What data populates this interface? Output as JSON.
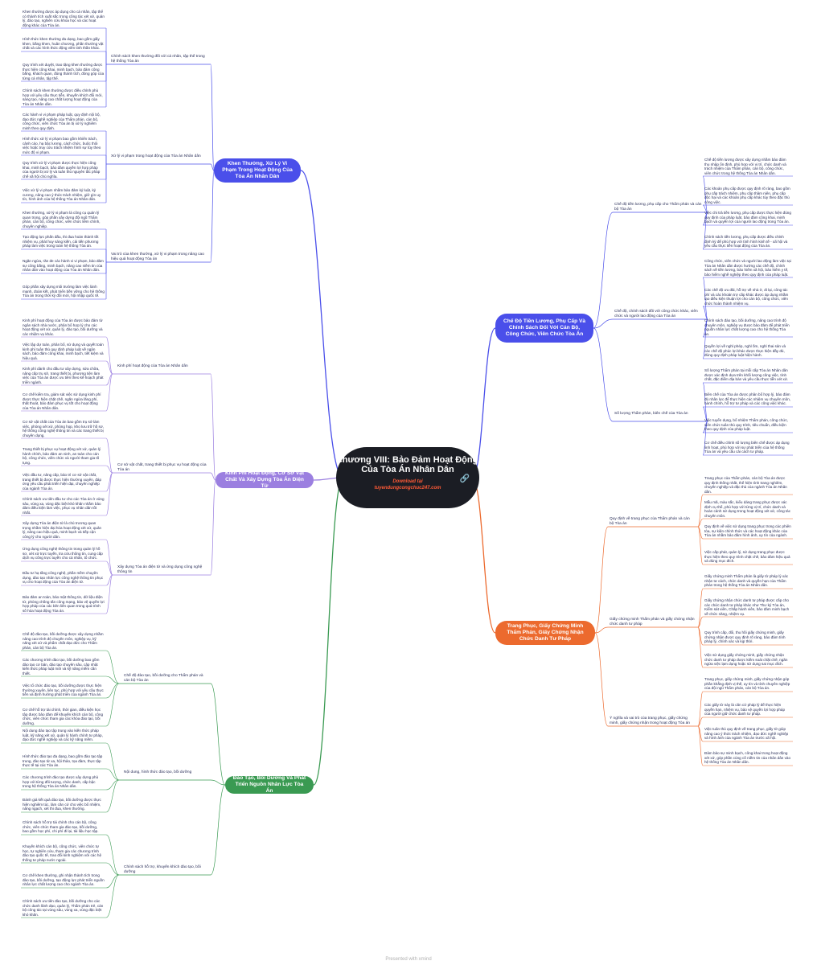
{
  "center": {
    "title": "chương VIII: Bảo Đảm Hoạt Động Của Tòa Án Nhân Dân",
    "download": "Download tại",
    "site": "tuyendungcongchuc247.com",
    "link_icon": "link-icon"
  },
  "footer": "Presented with xmind",
  "colors": {
    "blue": "#4a4fea",
    "purple": "#9b7fe0",
    "green": "#3a9a52",
    "orange": "#ec6a2e",
    "center": "#1b1d24"
  },
  "branches": [
    {
      "label": "Khen Thưởng, Xử Lý Vi Phạm Trong Hoạt Động Của Tòa Án Nhân Dân",
      "subs": [
        {
          "label": "Chính sách khen thưởng đối với cá nhân, tập thể trong hệ thống Tòa án",
          "leaves": [
            "Khen thưởng được áp dụng cho cá nhân, tập thể có thành tích xuất sắc trong công tác xét xử, quản lý, đào tạo, nghiên cứu khoa học và các hoạt động khác của Tòa án.",
            "Hình thức khen thưởng đa dạng, bao gồm giấy khen, bằng khen, huân chương, phần thưởng vật chất và các hình thức động viên tinh thần khác.",
            "Quy trình xét duyệt, trao tặng khen thưởng được thực hiện công khai, minh bạch, bảo đảm công bằng, khách quan, đúng thành tích, đóng góp của từng cá nhân, tập thể.",
            "Chính sách khen thưởng được điều chỉnh phù hợp với yêu cầu thực tiễn, khuyến khích đổi mới, sáng tạo, nâng cao chất lượng hoạt động của Tòa án Nhân dân."
          ]
        },
        {
          "label": "Xử lý vi phạm trong hoạt động của Tòa án Nhân dân",
          "leaves": [
            "Các hành vi vi phạm pháp luật, quy định nội bộ, đạo đức nghề nghiệp của Thẩm phán, cán bộ, công chức, viên chức Tòa án bị xử lý nghiêm minh theo quy định.",
            "Hình thức xử lý vi phạm bao gồm khiển trách, cảnh cáo, hạ bậc lương, cách chức, buộc thôi việc hoặc truy cứu trách nhiệm hình sự tùy theo mức độ vi phạm.",
            "Quy trình xử lý vi phạm được thực hiện công khai, minh bạch, bảo đảm quyền lợi hợp pháp của người bị xử lý và tuân thủ nguyên tắc pháp chế xã hội chủ nghĩa.",
            "Việc xử lý vi phạm nhằm bảo đảm kỷ luật, kỷ cương, nâng cao ý thức trách nhiệm, giữ gìn uy tín, hình ảnh của hệ thống Tòa án Nhân dân."
          ]
        },
        {
          "label": "Vai trò của khen thưởng, xử lý vi phạm trong nâng cao hiệu quả hoạt động Tòa án",
          "leaves": [
            "Khen thưởng, xử lý vi phạm là công cụ quản lý quan trọng, góp phần xây dựng đội ngũ Thẩm phán, cán bộ, công chức, viên chức liêm chính, chuyên nghiệp.",
            "Tạo động lực phấn đấu, thi đua hoàn thành tốt nhiệm vụ, phát huy sáng kiến, cải tiến phương pháp làm việc trong toàn hệ thống Tòa án.",
            "Ngăn ngừa, răn đe các hành vi vi phạm, bảo đảm sự công bằng, minh bạch, nâng cao niềm tin của nhân dân vào hoạt động của Tòa án Nhân dân.",
            "Góp phần xây dựng môi trường làm việc lành mạnh, đoàn kết, phát triển bền vững cho hệ thống Tòa án trong thời kỳ đổi mới, hội nhập quốc tế."
          ]
        }
      ]
    },
    {
      "label": "Kinh Phí Hoạt Động, Cơ Sở Vật Chất Và Xây Dựng Tòa Án Điện Tử",
      "subs": [
        {
          "label": "Kinh phí hoạt động của Tòa án Nhân dân",
          "leaves": [
            "Kinh phí hoạt động của Tòa án được bảo đảm từ ngân sách nhà nước, phân bổ hợp lý cho các hoạt động xét xử, quản lý, đào tạo, bồi dưỡng và các nhiệm vụ khác.",
            "Việc lập dự toán, phân bổ, sử dụng và quyết toán kinh phí tuân thủ quy định pháp luật về ngân sách, bảo đảm công khai, minh bạch, tiết kiệm và hiệu quả.",
            "Kinh phí dành cho đầu tư xây dựng, sửa chữa, nâng cấp trụ sở, trang thiết bị, phương tiện làm việc của Tòa án được ưu tiên theo kế hoạch phát triển ngành.",
            "Cơ chế kiểm tra, giám sát việc sử dụng kinh phí được thực hiện chặt chẽ, ngăn ngừa lãng phí, thất thoát, bảo đảm phục vụ tốt cho hoạt động của Tòa án Nhân dân."
          ]
        },
        {
          "label": "Cơ sở vật chất, trang thiết bị phục vụ hoạt động của Tòa án",
          "leaves": [
            "Cơ sở vật chất của Tòa án bao gồm trụ sở làm việc, phòng xét xử, phòng họp, kho lưu trữ hồ sơ, hệ thống công nghệ thông tin và các trang thiết bị chuyên dụng.",
            "Trang thiết bị phục vụ hoạt động xét xử, quản lý hành chính, bảo đảm an ninh, an toàn cho cán bộ, công chức, viên chức và người tham gia tố tụng.",
            "Việc đầu tư, nâng cấp, bảo trì cơ sở vật chất, trang thiết bị được thực hiện thường xuyên, đáp ứng yêu cầu phát triển hiện đại, chuyên nghiệp của ngành Tòa án.",
            "Chính sách ưu tiên đầu tư cho các Tòa án ở vùng sâu, vùng xa, vùng đặc biệt khó khăn nhằm bảo đảm điều kiện làm việc, phục vụ nhân dân tốt nhất."
          ]
        },
        {
          "label": "Xây dựng Tòa án điện tử và ứng dụng công nghệ thông tin",
          "leaves": [
            "Xây dựng Tòa án điện tử là chủ trương quan trọng nhằm hiện đại hóa hoạt động xét xử, quản lý, nâng cao hiệu quả, minh bạch và tiếp cận công lý cho người dân.",
            "Ứng dụng công nghệ thông tin trong quản lý hồ sơ, xét xử trực tuyến, tra cứu thông tin, cung cấp dịch vụ công trực tuyến cho cá nhân, tổ chức.",
            "Đầu tư hạ tầng công nghệ, phần mềm chuyên dụng, đào tạo nhân lực công nghệ thông tin phục vụ cho hoạt động của Tòa án điện tử.",
            "Bảo đảm an toàn, bảo mật thông tin, dữ liệu điện tử, phòng chống tấn công mạng, bảo vệ quyền lợi hợp pháp của các bên liên quan trong quá trình số hóa hoạt động Tòa án."
          ]
        }
      ]
    },
    {
      "label": "Đào Tạo, Bồi Dưỡng Và Phát Triển Nguồn Nhân Lực Tòa Án",
      "subs": [
        {
          "label": "Chế độ đào tạo, bồi dưỡng cho Thẩm phán và cán bộ Tòa án",
          "leaves": [
            "Chế độ đào tạo, bồi dưỡng được xây dựng nhằm nâng cao trình độ chuyên môn, nghiệp vụ, kỹ năng xét xử và phẩm chất đạo đức cho Thẩm phán, cán bộ Tòa án.",
            "Các chương trình đào tạo, bồi dưỡng bao gồm đào tạo cơ bản, đào tạo chuyên sâu, cập nhật kiến thức pháp luật mới và kỹ năng mềm cần thiết.",
            "Việc tổ chức đào tạo, bồi dưỡng được thực hiện thường xuyên, liên tục, phù hợp với yêu cầu thực tiễn và định hướng phát triển của ngành Tòa án.",
            "Cơ chế hỗ trợ tài chính, thời gian, điều kiện học tập được bảo đảm để khuyến khích cán bộ, công chức, viên chức tham gia các khóa đào tạo, bồi dưỡng."
          ]
        },
        {
          "label": "Nội dung, hình thức đào tạo, bồi dưỡng",
          "leaves": [
            "Nội dung đào tạo tập trung vào kiến thức pháp luật, kỹ năng xét xử, quản lý hành chính tư pháp, đạo đức nghề nghiệp và các kỹ năng mềm.",
            "Hình thức đào tạo đa dạng, bao gồm đào tạo tập trung, đào tạo từ xa, hội thảo, tọa đàm, thực tập thực tế tại các Tòa án.",
            "Các chương trình đào tạo được xây dựng phù hợp với từng đối tượng, chức danh, cấp bậc trong hệ thống Tòa án Nhân dân.",
            "Đánh giá kết quả đào tạo, bồi dưỡng được thực hiện nghiêm túc, làm căn cứ cho việc bổ nhiệm, nâng ngạch, xét thi đua, khen thưởng."
          ]
        },
        {
          "label": "Chính sách hỗ trợ, khuyến khích đào tạo, bồi dưỡng",
          "leaves": [
            "Chính sách hỗ trợ tài chính cho cán bộ, công chức, viên chức tham gia đào tạo, bồi dưỡng, bao gồm học phí, chi phí đi lại, tài liệu học tập.",
            "Khuyến khích cán bộ, công chức, viên chức tự học, tự nghiên cứu, tham gia các chương trình đào tạo quốc tế, trao đổi kinh nghiệm với các hệ thống tư pháp nước ngoài.",
            "Cơ chế khen thưởng, ghi nhận thành tích trong đào tạo, bồi dưỡng, tạo động lực phát triển nguồn nhân lực chất lượng cao cho ngành Tòa án.",
            "Chính sách ưu tiên đào tạo, bồi dưỡng cho các chức danh lãnh đạo, quản lý, Thẩm phán trẻ, cán bộ công tác tại vùng sâu, vùng xa, vùng đặc biệt khó khăn."
          ]
        }
      ]
    },
    {
      "label": "Chế Độ Tiền Lương, Phụ Cấp Và Chính Sách Đối Với Cán Bộ, Công Chức, Viên Chức Tòa Án",
      "subs": [
        {
          "label": "Chế độ tiền lương, phụ cấp cho Thẩm phán và cán bộ Tòa án",
          "leaves": [
            "Chế độ tiền lương được xây dựng nhằm bảo đảm thu nhập ổn định, phù hợp với vị trí, chức danh và trách nhiệm của Thẩm phán, cán bộ, công chức, viên chức trong hệ thống Tòa án Nhân dân.",
            "Các khoản phụ cấp được quy định rõ ràng, bao gồm phụ cấp trách nhiệm, phụ cấp thâm niên, phụ cấp độc hại và các khoản phụ cấp khác tùy theo đặc thù công việc.",
            "Việc chi trả tiền lương, phụ cấp được thực hiện đúng quy định của pháp luật, bảo đảm công khai, minh bạch và quyền lợi của người lao động trong Tòa án.",
            "Chính sách tiền lương, phụ cấp được điều chỉnh định kỳ để phù hợp với tình hình kinh tế - xã hội và yêu cầu thực tiễn hoạt động của Tòa án."
          ]
        },
        {
          "label": "Chế độ, chính sách đối với công chức khác, viên chức và người lao động của Tòa án",
          "leaves": [
            "Công chức, viên chức và người lao động làm việc tại Tòa án Nhân dân được hưởng các chế độ, chính sách về tiền lương, bảo hiểm xã hội, bảo hiểm y tế, bảo hiểm nghề nghiệp theo quy định của pháp luật.",
            "Các chế độ ưu đãi, hỗ trợ về nhà ở, đi lại, công tác phí và các khoản trợ cấp khác được áp dụng nhằm tạo điều kiện thuận lợi cho cán bộ, công chức, viên chức hoàn thành nhiệm vụ.",
            "Chính sách đào tạo, bồi dưỡng, nâng cao trình độ chuyên môn, nghiệp vụ được bảo đảm để phát triển nguồn nhân lực chất lượng cao cho hệ thống Tòa án.",
            "Quyền lợi về nghỉ phép, nghỉ ốm, nghỉ thai sản và các chế độ phúc lợi khác được thực hiện đầy đủ, đúng quy định pháp luật hiện hành."
          ]
        },
        {
          "label": "Số lượng Thẩm phán, biên chế của Tòa án",
          "leaves": [
            "Số lượng Thẩm phán tại mỗi cấp Tòa án Nhân dân được xác định dựa trên khối lượng công việc, tính chất, đặc điểm địa bàn và yêu cầu thực tiễn xét xử.",
            "Biên chế của Tòa án được phân bổ hợp lý, bảo đảm đủ nhân lực để thực hiện các nhiệm vụ chuyên môn, hành chính, hỗ trợ tư pháp và các công việc khác.",
            "Việc tuyển dụng, bổ nhiệm Thẩm phán, công chức, viên chức tuân thủ quy trình, tiêu chuẩn, điều kiện theo quy định của pháp luật.",
            "Cơ chế điều chỉnh số lượng biên chế được áp dụng linh hoạt, phù hợp với sự phát triển của hệ thống Tòa án và yêu cầu cải cách tư pháp."
          ]
        }
      ]
    },
    {
      "label": "Trang Phục, Giấy Chứng Minh Thẩm Phán, Giấy Chứng Nhận Chức Danh Tư Pháp",
      "subs": [
        {
          "label": "Quy định về trang phục của Thẩm phán và cán bộ Tòa án",
          "leaves": [
            "Trang phục của Thẩm phán, cán bộ Tòa án được quy định thống nhất, thể hiện tính trang nghiêm, chuyên nghiệp và đặc thù của ngành Tòa án Nhân dân.",
            "Mẫu mã, màu sắc, kiểu dáng trang phục được xác định cụ thể, phù hợp với từng vị trí, chức danh và hoàn cảnh sử dụng trong hoạt động xét xử, công tác chuyên môn.",
            "Quy định về việc sử dụng trang phục trong các phiên tòa, sự kiện chính thức và các hoạt động khác của Tòa án nhằm bảo đảm hình ảnh, uy tín của ngành.",
            "Việc cấp phát, quản lý, sử dụng trang phục được thực hiện theo quy trình chặt chẽ, bảo đảm hiệu quả và đúng mục đích."
          ]
        },
        {
          "label": "Giấy chứng minh Thẩm phán và giấy chứng nhận chức danh tư pháp",
          "leaves": [
            "Giấy chứng minh Thẩm phán là giấy tờ pháp lý xác nhận tư cách, chức danh và quyền hạn của Thẩm phán trong hệ thống Tòa án Nhân dân.",
            "Giấy chứng nhận chức danh tư pháp được cấp cho các chức danh tư pháp khác như Thư ký Tòa án, Kiểm sát viên, Chấp hành viên, bảo đảm minh bạch về chức năng, nhiệm vụ.",
            "Quy trình cấp, đổi, thu hồi giấy chứng minh, giấy chứng nhận được quy định rõ ràng, bảo đảm tính pháp lý, chính xác và kịp thời.",
            "Việc sử dụng giấy chứng minh, giấy chứng nhận chức danh tư pháp được kiểm soát chặt chẽ, ngăn ngừa việc lạm dụng hoặc sử dụng sai mục đích."
          ]
        },
        {
          "label": "Ý nghĩa và vai trò của trang phục, giấy chứng minh, giấy chứng nhận trong hoạt động Tòa án",
          "leaves": [
            "Trang phục, giấy chứng minh, giấy chứng nhận góp phần khẳng định vị thế, uy tín và tính chuyên nghiệp của đội ngũ Thẩm phán, cán bộ Tòa án.",
            "Các giấy tờ này là căn cứ pháp lý để thực hiện quyền hạn, nhiệm vụ, bảo vệ quyền lợi hợp pháp của người giữ chức danh tư pháp.",
            "Việc tuân thủ quy định về trang phục, giấy tờ giúp nâng cao ý thức trách nhiệm, đạo đức nghề nghiệp và hình ảnh của ngành Tòa án trước xã hội.",
            "Đảm bảo sự minh bạch, công khai trong hoạt động xét xử, góp phần củng cố niềm tin của nhân dân vào hệ thống Tòa án Nhân dân."
          ]
        }
      ]
    }
  ]
}
